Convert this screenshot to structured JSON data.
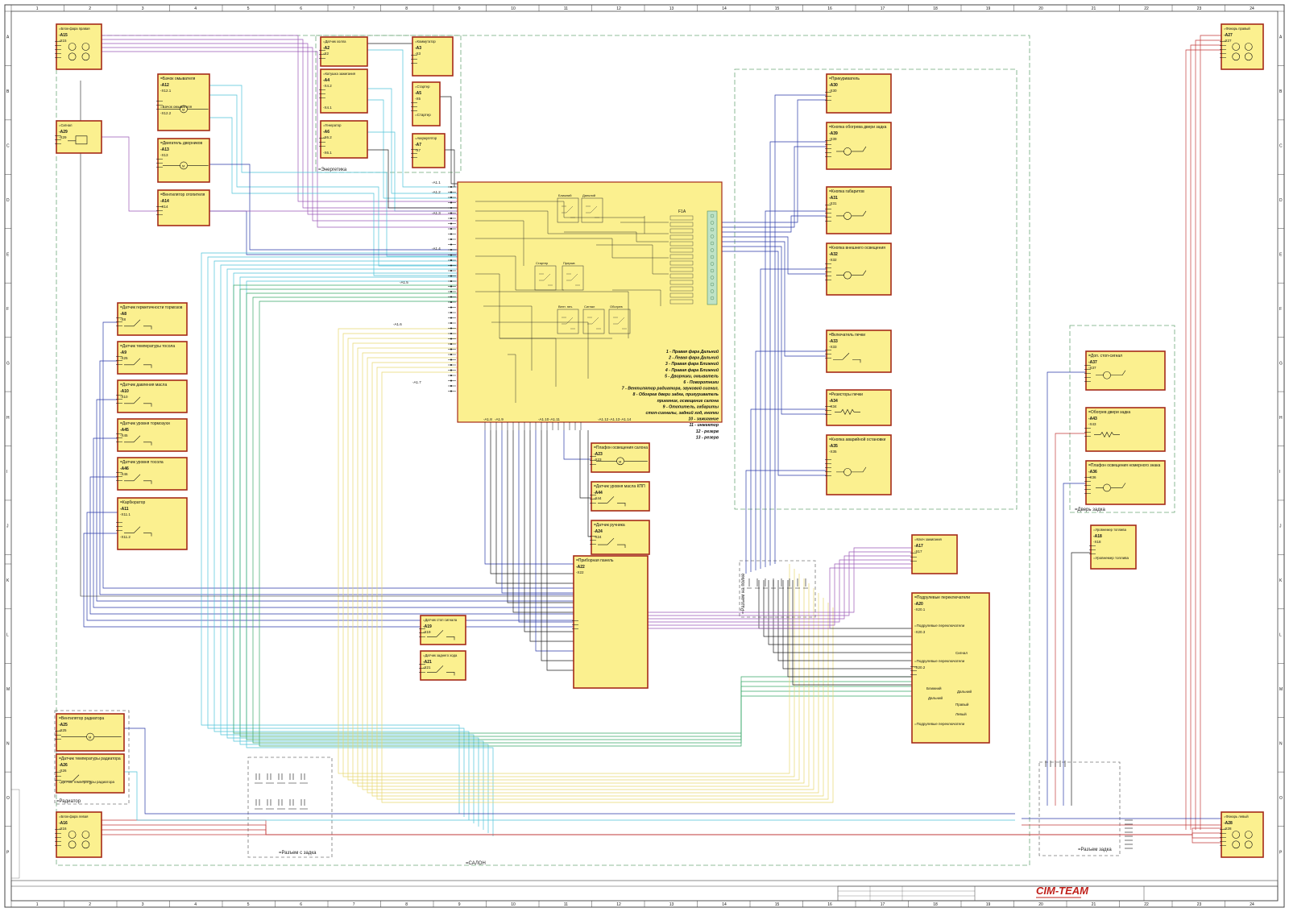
{
  "legend": [
    "1 - Правая фара Дальний",
    "2 - Левая фара Дальний",
    "3 - Правая фара Ближний",
    "4 - Правая фара Ближний",
    "5 - Двoрники, омыватель",
    "6 - Поворотники",
    "7 - Вентилятор радиатора, звуковой сигнал,",
    "8 - Обогрев двери задка, прикуриватель",
    "приемник, освещение салона",
    "9 - Отопитель, габариты",
    "стоп-сигналы, задний ход, кнопки",
    "10 - зажигание",
    "11 - инжектор",
    "12 - резерв",
    "13 - резерв"
  ],
  "zones": {
    "energetika": "=Энергетика",
    "salon": "=САЛОН",
    "radiator": "=Радиатор",
    "dver_zadka": "=Дверь задка",
    "razem_zadka_left": "=Разъем с задка",
    "razem_zadka_right": "=Разъем задка",
    "razem_na_poloch": "=Разъем на полке"
  },
  "components": [
    {
      "id": "A15",
      "title": "=Блок-фара правая",
      "tag": "-A15",
      "pin": "-X15"
    },
    {
      "id": "A29",
      "title": "=Сигнал",
      "tag": "-A29",
      "pin": "-X29"
    },
    {
      "id": "A12",
      "title": "=Бачок омывателя",
      "tag": "-A12",
      "pin": "-X12.1",
      "title2": "=Бачок омывателя",
      "pin2": "-X12.2"
    },
    {
      "id": "A13",
      "title": "=Двигатель дворников",
      "tag": "-A13",
      "pin": "-X13"
    },
    {
      "id": "A14",
      "title": "=Вентилятор отопителя",
      "tag": "-A14",
      "pin": "-X14"
    },
    {
      "id": "A2",
      "title": "=Датчик холла",
      "tag": "-A2",
      "pin": "-X2"
    },
    {
      "id": "A4",
      "title": "=Катушка зажигания",
      "tag": "-A4",
      "pin": "-X4.2",
      "pin2": "-X4.1"
    },
    {
      "id": "A6",
      "title": "=Генератор",
      "tag": "-A6",
      "pin": "-X6.2",
      "pin2": "-X6.1"
    },
    {
      "id": "A3",
      "title": "=Коммутатор",
      "tag": "-A3",
      "pin": "-X3"
    },
    {
      "id": "A5",
      "title": "=Стартер",
      "tag": "-A5",
      "pin": "-X5",
      "title2": "=Стартер"
    },
    {
      "id": "A7",
      "title": "=Аккумулятор",
      "tag": "-A7",
      "pin": "-X7"
    },
    {
      "id": "A8",
      "title": "=Датчик герметичности тормозов",
      "tag": "-A8",
      "pin": "-X8"
    },
    {
      "id": "A9",
      "title": "=Датчик температуры тосола",
      "tag": "-A9",
      "pin": "-X25"
    },
    {
      "id": "A10",
      "title": "=Датчик давления масла",
      "tag": "-A10",
      "pin": "-X10"
    },
    {
      "id": "A45",
      "title": "=Датчик уровня тормозухи",
      "tag": "-A45",
      "pin": "-X45"
    },
    {
      "id": "A46",
      "title": "=Датчик уровня тосола",
      "tag": "-A46",
      "pin": "-X46"
    },
    {
      "id": "A11",
      "title": "=Карбюратор",
      "tag": "-A11",
      "pin": "-X11.1",
      "pin2": "-X11.2"
    },
    {
      "id": "A25",
      "title": "=Вентилятор радиатора",
      "tag": "-A25",
      "pin": "-X25"
    },
    {
      "id": "A26",
      "title": "=Датчик температуры радиатора",
      "tag": "-A26",
      "pin": "-X26",
      "title2": "=Датчик температуры радиатора"
    },
    {
      "id": "A16",
      "title": "=Блок-фара левая",
      "tag": "-A16",
      "pin": "-X16"
    },
    {
      "id": "A23",
      "title": "=Плафон освещения салона",
      "tag": "-A23",
      "pin": "-X23"
    },
    {
      "id": "A44",
      "title": "=Датчик уровня масла КПП",
      "tag": "-A44",
      "pin": "-X44"
    },
    {
      "id": "A24",
      "title": "=Датчик ручника",
      "tag": "-A24",
      "pin": "-X24"
    },
    {
      "id": "A22",
      "title": "=Приборная панель",
      "tag": "-A22",
      "pin": "-X22"
    },
    {
      "id": "A19",
      "title": "=Датчик стоп сигнала",
      "tag": "-A19",
      "pin": "-X19"
    },
    {
      "id": "A21",
      "title": "=Датчик заднего хода",
      "tag": "-A21",
      "pin": "-X21"
    },
    {
      "id": "A30",
      "title": "=Прикуриватель",
      "tag": "-A30",
      "pin": "-X30"
    },
    {
      "id": "A39",
      "title": "=Кнопка обогрева двери задка",
      "tag": "-A39",
      "pin": "-X39"
    },
    {
      "id": "A31",
      "title": "=Кнопка габаритов",
      "tag": "-A31",
      "pin": "-X31"
    },
    {
      "id": "A32",
      "title": "=Кнопка внешнего освещения",
      "tag": "-A32",
      "pin": "-X32"
    },
    {
      "id": "A33",
      "title": "=Включатель печки",
      "tag": "-A33",
      "pin": "-X33"
    },
    {
      "id": "A34",
      "title": "=Резисторы печки",
      "tag": "-A34",
      "pin": "-X34"
    },
    {
      "id": "A35",
      "title": "=Кнопка аварийной остановки",
      "tag": "-A35",
      "pin": "-X35"
    },
    {
      "id": "A17",
      "title": "=Ключ зажигания",
      "tag": "-A17",
      "pin": "-X17"
    },
    {
      "id": "A20",
      "title": "=Подрулевые переключатели",
      "tag": "-A20",
      "pin": "-X20.1",
      "title2": "=Подрулевые переключатели",
      "pin2": "-X20.3",
      "title3": "=Подрулевые переключатели",
      "pin3": "-X20.2",
      "title4": "=Подрулевые переключатели"
    },
    {
      "id": "A27",
      "title": "=Фонарь правый",
      "tag": "-A27",
      "pin": "-X27"
    },
    {
      "id": "A37",
      "title": "=Доп. стоп-сигнал",
      "tag": "-A37",
      "pin": "-X37"
    },
    {
      "id": "A43",
      "title": "=Обогрев двери задка",
      "tag": "-A43",
      "pin": "-X43"
    },
    {
      "id": "A36",
      "title": "=Плафон освещения номерного знака",
      "tag": "-A36",
      "pin": "-X36"
    },
    {
      "id": "A18",
      "title": "=Уровнемер топлива",
      "tag": "-A18",
      "pin": "-X18",
      "title2": "=Уровнемер топлива"
    },
    {
      "id": "A28",
      "title": "=Фонарь левый",
      "tag": "-A28",
      "pin": "-X28"
    }
  ],
  "fusebox": {
    "relays": [
      "Ближний",
      "Дальний",
      "Стартер",
      "Прерыв",
      "Вент. печ.",
      "Сигнал",
      "Обогрев"
    ],
    "fuse_label": "F1A",
    "connectors": [
      "-A1.1",
      "-A1.2",
      "-A1.3",
      "-A1.4",
      "-A1.5",
      "-A1.6",
      "-A1.7",
      "-A1.8",
      "-A1.9",
      "-A1.10",
      "-A1.11",
      "-A1.12",
      "-A1.13",
      "-A1.14"
    ]
  },
  "misc_labels": {
    "a20_signal": "Сигнал",
    "a20_near": "Ближний",
    "a20_far": "Дальний",
    "a20_right": "Правый",
    "a20_left": "Левый"
  },
  "title_block": {
    "logo": "CIM-TEAM"
  },
  "grid": {
    "columns": [
      "1",
      "2",
      "3",
      "4",
      "5",
      "6",
      "7",
      "8",
      "9",
      "10",
      "11",
      "12",
      "13",
      "14",
      "15",
      "16",
      "17",
      "18",
      "19",
      "20",
      "21",
      "22",
      "23",
      "24"
    ],
    "rows": [
      "A",
      "B",
      "C",
      "D",
      "E",
      "F",
      "G",
      "H",
      "I",
      "J",
      "K",
      "L",
      "M",
      "N",
      "O",
      "P"
    ]
  },
  "colors": {
    "box_fill": "#fbf08f",
    "box_border": "#a52a18",
    "wire_blue": "#2b3aa8",
    "wire_cyan": "#4fc3d9",
    "wire_red": "#c23a3a",
    "wire_purple": "#9b59b6",
    "wire_yellow": "#e8d870",
    "wire_green": "#3aa86a",
    "wire_dark": "#222222",
    "zone_green": "#6fa87a",
    "frame": "#444444"
  }
}
